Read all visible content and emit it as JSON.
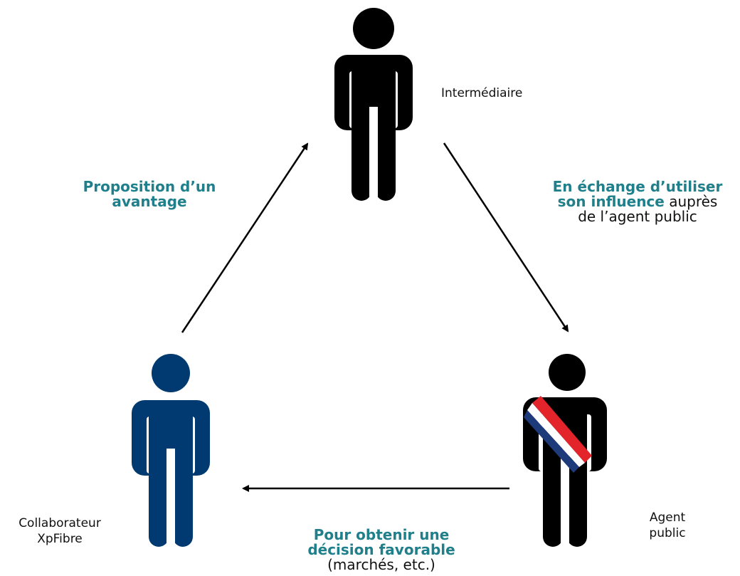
{
  "colors": {
    "accent": "#1f7f8a",
    "person_dark": "#000000",
    "person_blue": "#003a70",
    "sash_red": "#e3252b",
    "sash_white": "#ffffff",
    "sash_blue": "#1d3a7a"
  },
  "actors": {
    "intermediary": {
      "label": "Intermédiaire"
    },
    "collaborator": {
      "line1": "Collaborateur",
      "line2": "XpFibre"
    },
    "official": {
      "line1": "Agent",
      "line2": "public"
    }
  },
  "flows": {
    "offer": {
      "bold1": "Proposition d’un",
      "bold2": "avantage"
    },
    "influence": {
      "bold1": "En échange d’utiliser",
      "bold2": "son influence",
      "plain2": " auprès",
      "plain3": "de l’agent public"
    },
    "decision": {
      "bold1": "Pour obtenir une",
      "bold2": "décision favorable",
      "plain3": "(marchés, etc.)"
    }
  }
}
